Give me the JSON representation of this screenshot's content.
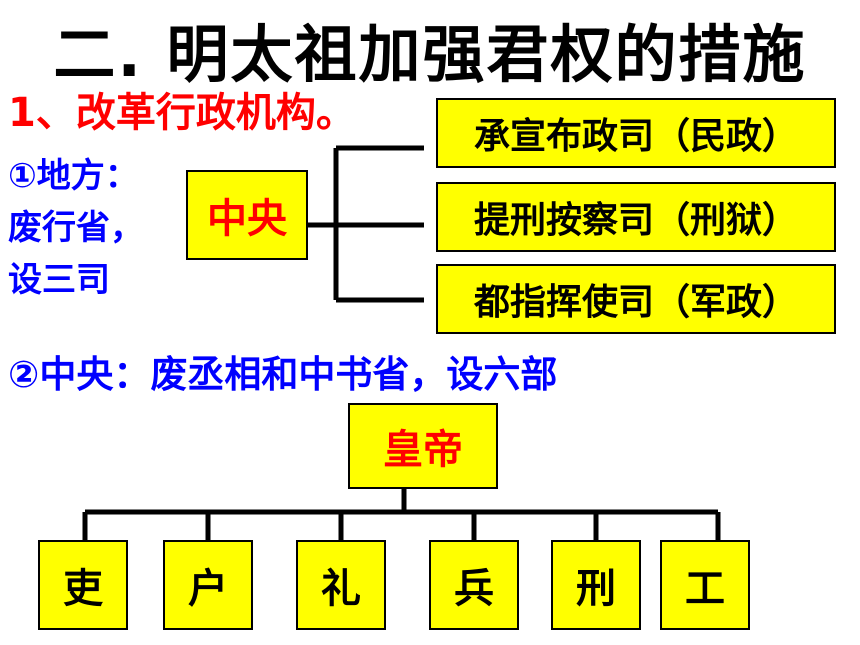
{
  "title": "二. 明太祖加强君权的措施",
  "section1": "1、改革行政机构。",
  "local": {
    "label": "①地方：\n废行省，\n设三司"
  },
  "center_box": "中央",
  "offices": [
    "承宣布政司（民政）",
    "提刑按察司（刑狱）",
    "都指挥使司（军政）"
  ],
  "central": {
    "label": "②中央：废丞相和中书省，设六部"
  },
  "emperor": "皇帝",
  "departments": [
    "吏",
    "户",
    "礼",
    "兵",
    "刑",
    "工"
  ],
  "colors": {
    "box_fill": "#ffff00",
    "red_text": "#ff0000",
    "blue_text": "#0000ff"
  }
}
